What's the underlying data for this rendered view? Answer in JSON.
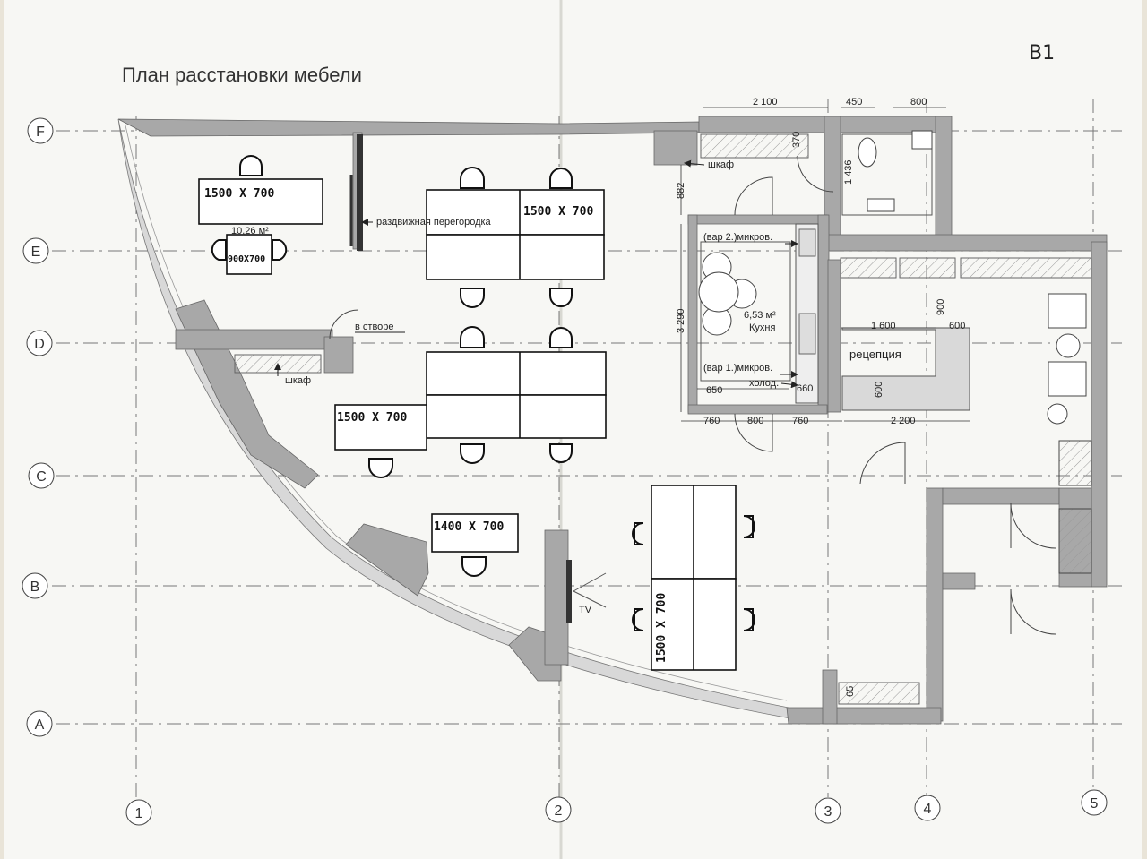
{
  "sheet": {
    "title": "План расстановки мебели",
    "sheet_mark": "B1"
  },
  "axes": {
    "rows": [
      "F",
      "E",
      "D",
      "C",
      "B",
      "A"
    ],
    "columns": [
      "1",
      "2",
      "3",
      "4",
      "5"
    ]
  },
  "dimensions": {
    "top_2100": "2 100",
    "top_450": "450",
    "top_800": "800",
    "v_370": "370",
    "v_1436": "1 436",
    "v_882": "882",
    "v_3290": "3 290",
    "d_1600": "1 600",
    "d_600a": "600",
    "d_900": "900",
    "d_600b": "600",
    "d_650": "650",
    "d_660": "660",
    "d_760a": "760",
    "d_800": "800",
    "d_760b": "760",
    "d_2200": "2 200",
    "d_65": "65"
  },
  "labels": {
    "wardrobe_top": "шкаф",
    "wardrobe_left": "шкаф",
    "sliding_partition": "раздвижная перегородка",
    "door_open": "в створе",
    "area_office": "10,26 м²",
    "area_kitchen": "6,53 м²",
    "kitchen": "Кухня",
    "micro_v2": "(вар 2.)микров.",
    "micro_v1": "(вар 1.)микров.",
    "fridge": "холод.",
    "reception": "рецепция",
    "tv": "TV"
  },
  "handwritten": {
    "desk_office": "1500 X 700",
    "table_small": "900X700",
    "desk_top": "1500 X 700",
    "desk_mid": "1500 X 700",
    "desk_low": "1400 X 700",
    "desk_right": "1500 X 700"
  }
}
